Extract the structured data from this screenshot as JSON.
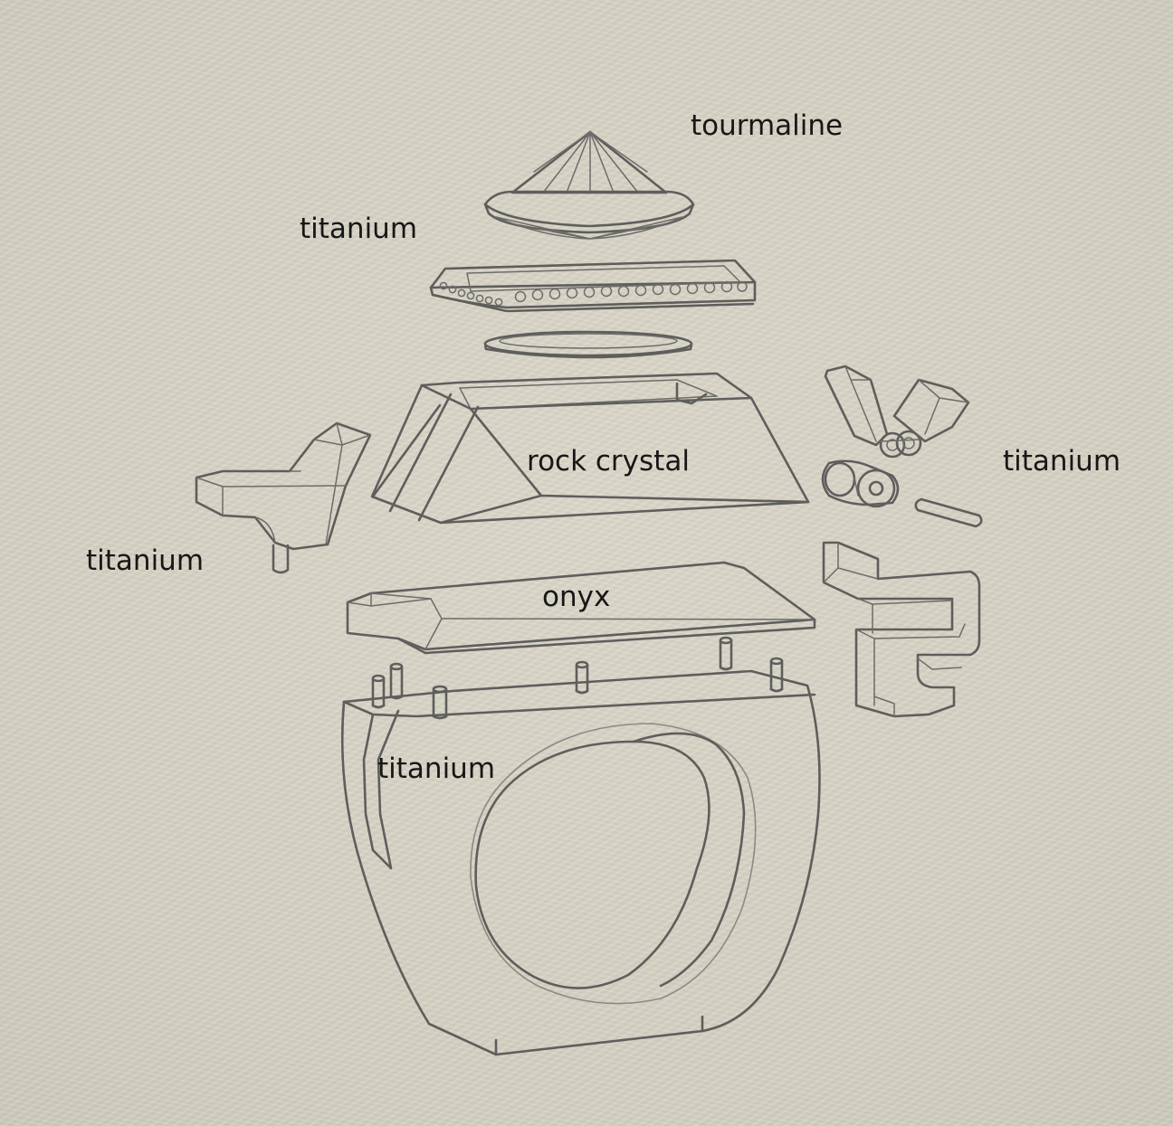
{
  "labels": {
    "top_stone": "tourmaline",
    "bezel_ring": "titanium",
    "center_block": "rock crystal",
    "right_hinge": "titanium",
    "left_clip": "titanium",
    "base_plate": "onyx",
    "band": "titanium"
  },
  "colors": {
    "line": "#5e5e5c",
    "paper": "#d8d4c6",
    "text": "#171717"
  }
}
